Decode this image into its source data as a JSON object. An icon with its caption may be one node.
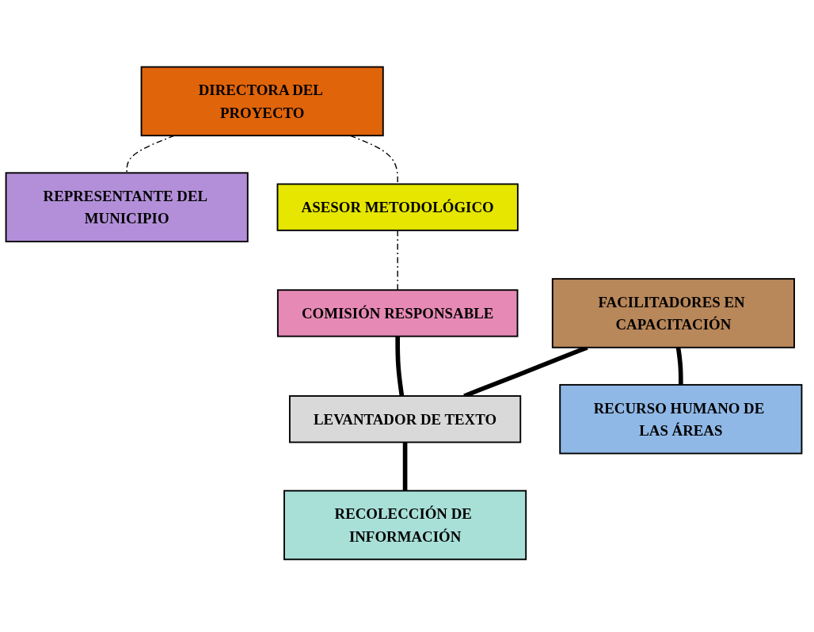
{
  "diagram": {
    "nodes": [
      {
        "text": [
          "DIRECTORA DEL PROYECTO"
        ]
      },
      {
        "text": [
          "REPRESENTANTE DEL MUNICIPIO"
        ]
      },
      {
        "text": [
          "ASESOR METODOLÓGICO"
        ]
      },
      {
        "text": [
          "COMISIÓN RESPONSABLE"
        ]
      },
      {
        "text": [
          "FACILITADORES EN CAPACITACIÓN"
        ]
      },
      {
        "text": [
          "LEVANTADOR DE TEXTO"
        ]
      },
      {
        "text": [
          "RECOLECCIÓN DE INFORMACIÓN"
        ]
      },
      {
        "text": [
          "RECURSO HUMANO DE LAS ÁREAS"
        ]
      }
    ],
    "edges": [
      {
        "from": 0,
        "to": 1,
        "arrow": "none",
        "style": "dashed"
      },
      {
        "from": 0,
        "to": 2,
        "arrow": "none",
        "style": "dashed"
      },
      {
        "from": 2,
        "to": 3,
        "arrow": "none",
        "style": "dashed"
      },
      {
        "from": 3,
        "to": 5,
        "arrow": "none"
      },
      {
        "from": 4,
        "to": 5,
        "arrow": "none"
      },
      {
        "from": 5,
        "to": 6,
        "arrow": "none"
      },
      {
        "from": 4,
        "to": 7,
        "arrow": "none"
      }
    ]
  }
}
